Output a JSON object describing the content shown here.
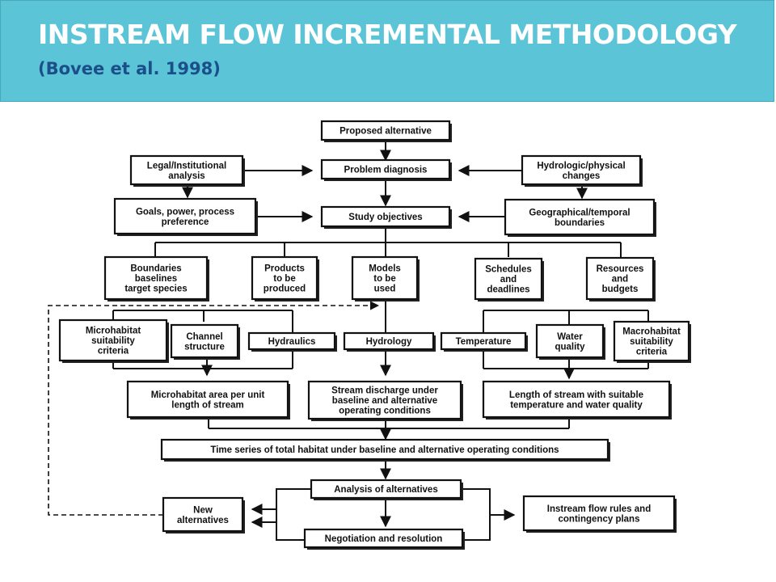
{
  "header": {
    "title": "INSTREAM FLOW INCREMENTAL METHODOLOGY",
    "subtitle": "(Bovee et al. 1998)"
  },
  "colors": {
    "header_bg": "#5bc4d6",
    "title": "#ffffff",
    "subtitle": "#1a4f8a"
  },
  "nodes": {
    "proposed": [
      "Proposed alternative"
    ],
    "problem": [
      "Problem diagnosis"
    ],
    "legal": [
      "Legal/Institutional",
      "analysis"
    ],
    "hydrophys": [
      "Hydrologic/physical",
      "changes"
    ],
    "goals": [
      "Goals, power, process",
      "preference"
    ],
    "study": [
      "Study objectives"
    ],
    "geo": [
      "Geographical/temporal",
      "boundaries"
    ],
    "boundaries": [
      "Boundaries",
      "baselines",
      "target species"
    ],
    "products": [
      "Products",
      "to be",
      "produced"
    ],
    "models": [
      "Models",
      "to be",
      "used"
    ],
    "schedules": [
      "Schedules",
      "and",
      "deadlines"
    ],
    "resources": [
      "Resources",
      "and",
      "budgets"
    ],
    "microcrit": [
      "Microhabitat",
      "suitability",
      "criteria"
    ],
    "channel": [
      "Channel",
      "structure"
    ],
    "hydraulics": [
      "Hydraulics"
    ],
    "hydrology": [
      "Hydrology"
    ],
    "temperature": [
      "Temperature"
    ],
    "water": [
      "Water",
      "quality"
    ],
    "macro": [
      "Macrohabitat",
      "suitability",
      "criteria"
    ],
    "microarea": [
      "Microhabitat area per unit",
      "length of stream"
    ],
    "discharge": [
      "Stream discharge under",
      "baseline and alternative",
      "operating conditions"
    ],
    "length": [
      "Length of stream with suitable",
      "temperature and water quality"
    ],
    "timeseries": [
      "Time series of total habitat under baseline and alternative operating conditions"
    ],
    "analysis": [
      "Analysis of alternatives"
    ],
    "newalt": [
      "New",
      "alternatives"
    ],
    "instream": [
      "Instream flow rules and",
      "contingency plans"
    ],
    "negotiation": [
      "Negotiation and resolution"
    ]
  }
}
